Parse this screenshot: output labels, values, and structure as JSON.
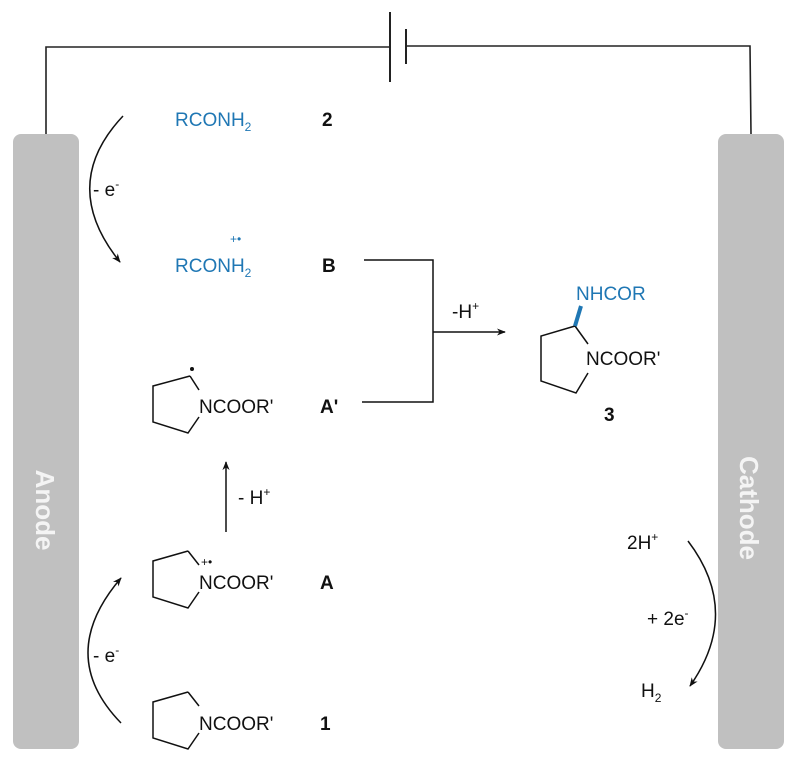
{
  "electrodes": {
    "anode": {
      "label": "Anode",
      "color": "#c0c0c0"
    },
    "cathode": {
      "label": "Cathode",
      "color": "#c0c0c0"
    }
  },
  "colors": {
    "accent": "#1f77b4",
    "text": "#111111"
  },
  "species": {
    "amide": {
      "formula": "RCONH",
      "subscript": "2",
      "label": "2"
    },
    "amide_radical_cation": {
      "formula": "RCONH",
      "subscript": "2",
      "charge": "+•",
      "label": "B"
    },
    "carbamate": {
      "group": "NCOOR'",
      "label": "1"
    },
    "radical_cation": {
      "group": "NCOOR'",
      "charge": "+•",
      "label": "A"
    },
    "radical": {
      "group": "NCOOR'",
      "radical": "•",
      "label": "A'"
    },
    "product": {
      "substituent": "NHCOR",
      "group": "NCOOR'",
      "label": "3"
    }
  },
  "steps": {
    "amide_oxidation": {
      "text": "- e",
      "sup": "-"
    },
    "carbamate_oxidation": {
      "text": "- e",
      "sup": "-"
    },
    "deprotonation": {
      "text": "- H",
      "sup": "+"
    },
    "coupling": {
      "text": "-H",
      "sup": "+"
    },
    "cathode_reactant": {
      "text": "2H",
      "sup": "+"
    },
    "cathode_electrons": {
      "text": "+ 2e",
      "sup": "-"
    },
    "cathode_product": {
      "text": "H",
      "sub": "2"
    }
  }
}
